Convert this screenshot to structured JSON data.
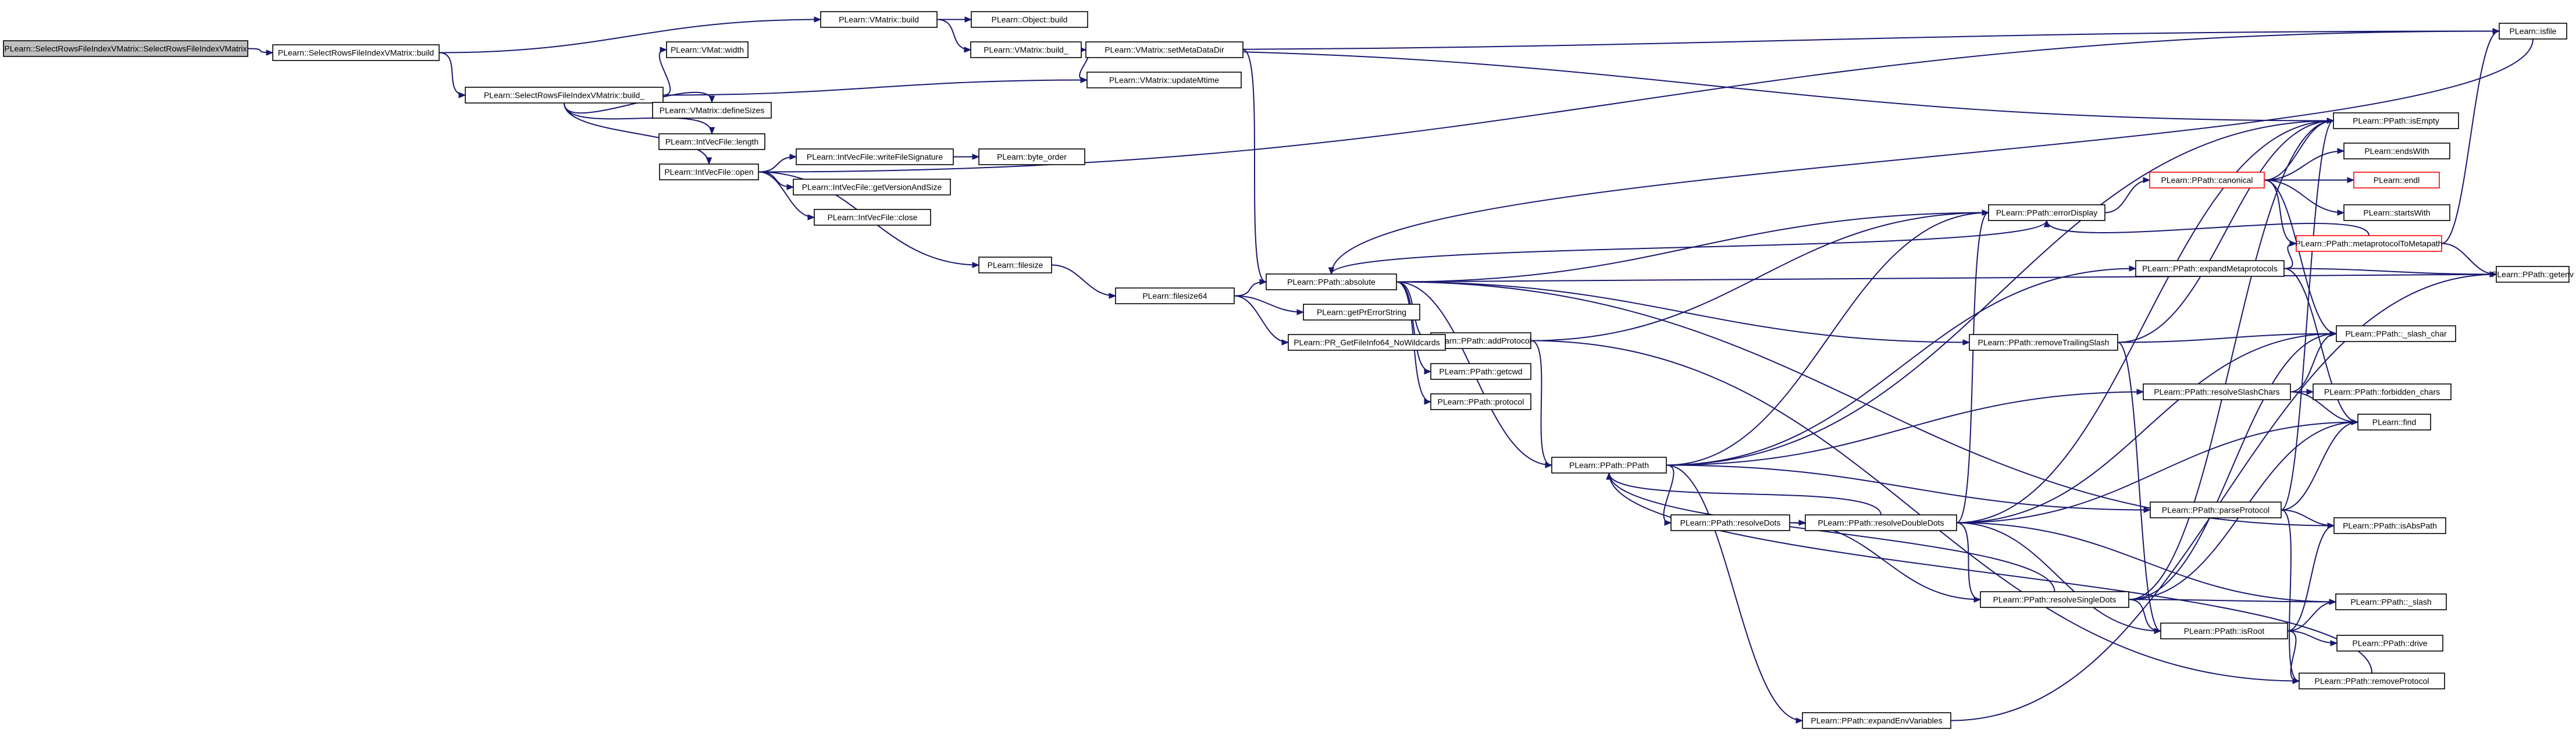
{
  "graph": {
    "nodes": [
      {
        "id": "n0",
        "label": "PLearn::SelectRowsFileIndexVMatrix::SelectRowsFileIndexVMatrix",
        "root": true
      },
      {
        "id": "n1",
        "label": "PLearn::SelectRowsFileIndexVMatrix::build"
      },
      {
        "id": "n2",
        "label": "PLearn::VMatrix::build"
      },
      {
        "id": "n3",
        "label": "PLearn::Object::build"
      },
      {
        "id": "n4",
        "label": "PLearn::VMatrix::build_"
      },
      {
        "id": "n5",
        "label": "PLearn::isfile"
      },
      {
        "id": "n6",
        "label": "PLearn::VMat::width"
      },
      {
        "id": "n7",
        "label": "PLearn::VMatrix::setMetaDataDir"
      },
      {
        "id": "n8",
        "label": "PLearn::VMatrix::updateMtime"
      },
      {
        "id": "n9",
        "label": "PLearn::SelectRowsFileIndexVMatrix::build_"
      },
      {
        "id": "n10",
        "label": "PLearn::VMatrix::defineSizes"
      },
      {
        "id": "n11",
        "label": "PLearn::PPath::isEmpty"
      },
      {
        "id": "n12",
        "label": "PLearn::IntVecFile::length"
      },
      {
        "id": "n13",
        "label": "PLearn::endsWith"
      },
      {
        "id": "n14",
        "label": "PLearn::IntVecFile::writeFileSignature"
      },
      {
        "id": "n15",
        "label": "PLearn::byte_order"
      },
      {
        "id": "n16",
        "label": "PLearn::IntVecFile::open"
      },
      {
        "id": "n17",
        "label": "PLearn::PPath::canonical",
        "incomplete": true
      },
      {
        "id": "n18",
        "label": "PLearn::endl",
        "incomplete": true
      },
      {
        "id": "n19",
        "label": "PLearn::IntVecFile::getVersionAndSize"
      },
      {
        "id": "n20",
        "label": "PLearn::IntVecFile::close"
      },
      {
        "id": "n21",
        "label": "PLearn::PPath::errorDisplay"
      },
      {
        "id": "n22",
        "label": "PLearn::startsWith"
      },
      {
        "id": "n23",
        "label": "PLearn::PPath::metaprotocolToMetapath",
        "incomplete": true
      },
      {
        "id": "n24",
        "label": "PLearn::filesize"
      },
      {
        "id": "n25",
        "label": "PLearn::PPath::expandMetaprotocols"
      },
      {
        "id": "n26",
        "label": "PLearn::PPath::getenv"
      },
      {
        "id": "n27",
        "label": "PLearn::PPath::absolute"
      },
      {
        "id": "n28",
        "label": "PLearn::filesize64"
      },
      {
        "id": "n29",
        "label": "PLearn::getPrErrorString"
      },
      {
        "id": "n30",
        "label": "PLearn::PPath::_slash_char"
      },
      {
        "id": "n31",
        "label": "PLearn::PPath::removeTrailingSlash"
      },
      {
        "id": "n32",
        "label": "PLearn::PPath::addProtocol"
      },
      {
        "id": "n33",
        "label": "PLearn::PR_GetFileInfo64_NoWildcards"
      },
      {
        "id": "n34",
        "label": "PLearn::PPath::resolveSlashChars"
      },
      {
        "id": "n35",
        "label": "PLearn::PPath::forbidden_chars"
      },
      {
        "id": "n36",
        "label": "PLearn::PPath::getcwd"
      },
      {
        "id": "n37",
        "label": "PLearn::PPath::protocol"
      },
      {
        "id": "n38",
        "label": "PLearn::find"
      },
      {
        "id": "n39",
        "label": "PLearn::PPath::PPath"
      },
      {
        "id": "n40",
        "label": "PLearn::PPath::parseProtocol"
      },
      {
        "id": "n41",
        "label": "PLearn::PPath::isAbsPath"
      },
      {
        "id": "n42",
        "label": "PLearn::PPath::resolveDots"
      },
      {
        "id": "n43",
        "label": "PLearn::PPath::resolveDoubleDots"
      },
      {
        "id": "n44",
        "label": "PLearn::PPath::resolveSingleDots"
      },
      {
        "id": "n45",
        "label": "PLearn::PPath::_slash"
      },
      {
        "id": "n46",
        "label": "PLearn::PPath::isRoot"
      },
      {
        "id": "n47",
        "label": "PLearn::PPath::drive"
      },
      {
        "id": "n48",
        "label": "PLearn::PPath::removeProtocol"
      },
      {
        "id": "n49",
        "label": "PLearn::PPath::expandEnvVariables"
      }
    ],
    "edges": [
      [
        "n0",
        "n1"
      ],
      [
        "n1",
        "n2"
      ],
      [
        "n1",
        "n9"
      ],
      [
        "n2",
        "n3"
      ],
      [
        "n2",
        "n4"
      ],
      [
        "n4",
        "n5"
      ],
      [
        "n4",
        "n7"
      ],
      [
        "n4",
        "n8"
      ],
      [
        "n4",
        "n11"
      ],
      [
        "n5",
        "n27"
      ],
      [
        "n7",
        "n27"
      ],
      [
        "n9",
        "n6"
      ],
      [
        "n9",
        "n8"
      ],
      [
        "n9",
        "n10"
      ],
      [
        "n9",
        "n12"
      ],
      [
        "n9",
        "n16"
      ],
      [
        "n16",
        "n5"
      ],
      [
        "n16",
        "n14"
      ],
      [
        "n16",
        "n19"
      ],
      [
        "n16",
        "n20"
      ],
      [
        "n16",
        "n24"
      ],
      [
        "n14",
        "n15"
      ],
      [
        "n24",
        "n28"
      ],
      [
        "n28",
        "n27"
      ],
      [
        "n28",
        "n29"
      ],
      [
        "n28",
        "n33"
      ],
      [
        "n27",
        "n21"
      ],
      [
        "n27",
        "n31"
      ],
      [
        "n27",
        "n32"
      ],
      [
        "n27",
        "n36"
      ],
      [
        "n27",
        "n37"
      ],
      [
        "n27",
        "n39"
      ],
      [
        "n27",
        "n41"
      ],
      [
        "n27",
        "n26"
      ],
      [
        "n21",
        "n17"
      ],
      [
        "n21",
        "n27"
      ],
      [
        "n17",
        "n11"
      ],
      [
        "n17",
        "n13"
      ],
      [
        "n17",
        "n18"
      ],
      [
        "n17",
        "n22"
      ],
      [
        "n17",
        "n23"
      ],
      [
        "n17",
        "n30"
      ],
      [
        "n23",
        "n5"
      ],
      [
        "n23",
        "n21"
      ],
      [
        "n23",
        "n26"
      ],
      [
        "n25",
        "n23"
      ],
      [
        "n25",
        "n38"
      ],
      [
        "n25",
        "n26"
      ],
      [
        "n31",
        "n11"
      ],
      [
        "n31",
        "n30"
      ],
      [
        "n31",
        "n46"
      ],
      [
        "n32",
        "n21"
      ],
      [
        "n32",
        "n39"
      ],
      [
        "n32",
        "n48"
      ],
      [
        "n34",
        "n35"
      ],
      [
        "n34",
        "n38"
      ],
      [
        "n34",
        "n30"
      ],
      [
        "n39",
        "n11"
      ],
      [
        "n39",
        "n21"
      ],
      [
        "n39",
        "n25"
      ],
      [
        "n39",
        "n34"
      ],
      [
        "n39",
        "n40"
      ],
      [
        "n39",
        "n42"
      ],
      [
        "n39",
        "n49"
      ],
      [
        "n42",
        "n43"
      ],
      [
        "n42",
        "n44"
      ],
      [
        "n43",
        "n11"
      ],
      [
        "n43",
        "n21"
      ],
      [
        "n43",
        "n30"
      ],
      [
        "n43",
        "n38"
      ],
      [
        "n43",
        "n39"
      ],
      [
        "n43",
        "n44"
      ],
      [
        "n43",
        "n45"
      ],
      [
        "n43",
        "n46"
      ],
      [
        "n44",
        "n11"
      ],
      [
        "n44",
        "n30"
      ],
      [
        "n44",
        "n38"
      ],
      [
        "n44",
        "n39"
      ],
      [
        "n44",
        "n45"
      ],
      [
        "n44",
        "n46"
      ],
      [
        "n40",
        "n11"
      ],
      [
        "n40",
        "n38"
      ],
      [
        "n40",
        "n41"
      ],
      [
        "n40",
        "n48"
      ],
      [
        "n46",
        "n41"
      ],
      [
        "n46",
        "n45"
      ],
      [
        "n46",
        "n47"
      ],
      [
        "n46",
        "n48"
      ],
      [
        "n48",
        "n39"
      ],
      [
        "n49",
        "n26"
      ]
    ]
  }
}
